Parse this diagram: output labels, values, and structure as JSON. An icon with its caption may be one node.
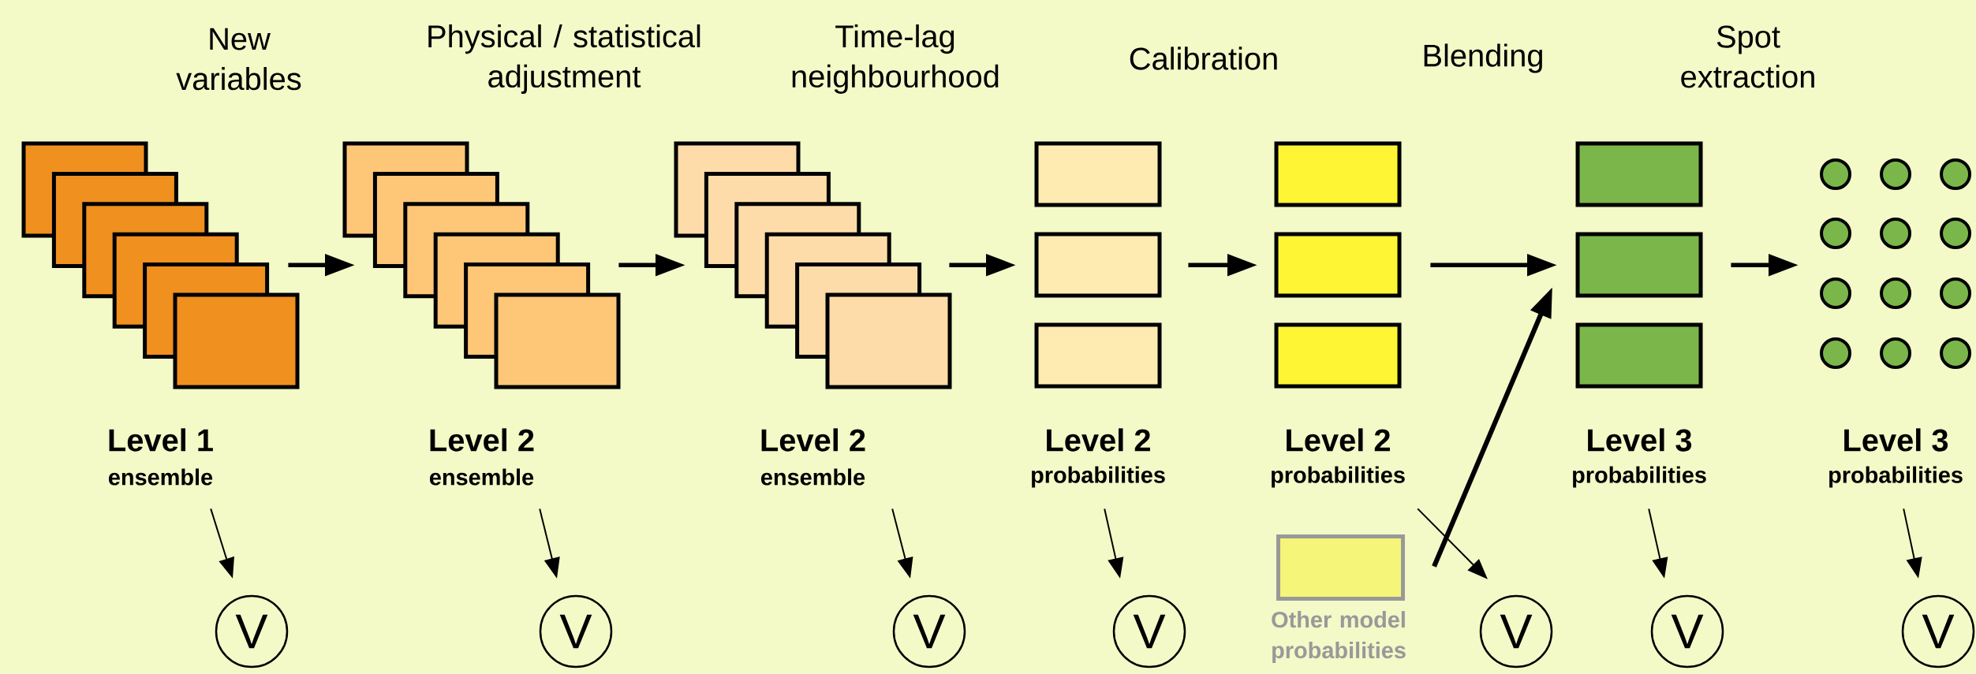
{
  "diagram": {
    "nodes": [
      {
        "text": [
          "Level 1",
          "ensemble"
        ]
      },
      {
        "text": [
          "Level 2",
          "ensemble"
        ]
      },
      {
        "text": [
          "Level 2",
          "ensemble"
        ]
      },
      {
        "text": [
          "Level 2",
          "probabilities"
        ]
      },
      {
        "text": [
          "Level 2",
          "probabilities"
        ]
      },
      {
        "text": [
          "Other model probabilities"
        ]
      },
      {
        "text": [
          "Level 3",
          "probabilities"
        ]
      },
      {
        "text": [
          "Level 3",
          "probabilities"
        ]
      },
      {
        "text": [
          "V"
        ]
      },
      {
        "text": [
          "V"
        ]
      },
      {
        "text": [
          "V"
        ]
      },
      {
        "text": [
          "V"
        ]
      },
      {
        "text": [
          "V"
        ]
      },
      {
        "text": [
          "V"
        ]
      },
      {
        "text": [
          "V"
        ]
      }
    ],
    "edges": [
      {
        "from": 0,
        "to": 1,
        "arrow": "to"
      },
      {
        "from": 1,
        "to": 2,
        "arrow": "to"
      },
      {
        "from": 2,
        "to": 3,
        "arrow": "to"
      },
      {
        "from": 3,
        "to": 4,
        "arrow": "to"
      },
      {
        "from": 4,
        "to": 6,
        "arrow": "to"
      },
      {
        "from": 6,
        "to": 7,
        "arrow": "to"
      },
      {
        "from": 5,
        "to": 6,
        "arrow": "to",
        "style": "thick"
      },
      {
        "from": 0,
        "to": 8,
        "arrow": "to"
      },
      {
        "from": 1,
        "to": 9,
        "arrow": "to"
      },
      {
        "from": 2,
        "to": 10,
        "arrow": "to"
      },
      {
        "from": 3,
        "to": 11,
        "arrow": "to"
      },
      {
        "from": 4,
        "to": 12,
        "arrow": "to"
      },
      {
        "from": 6,
        "to": 13,
        "arrow": "to"
      },
      {
        "from": 7,
        "to": 14,
        "arrow": "to"
      }
    ],
    "labels": [
      "New variables",
      "Physical / statistical adjustment",
      "Time-lag neighbourhood",
      "Calibration",
      "Blending",
      "Spot extraction"
    ]
  }
}
